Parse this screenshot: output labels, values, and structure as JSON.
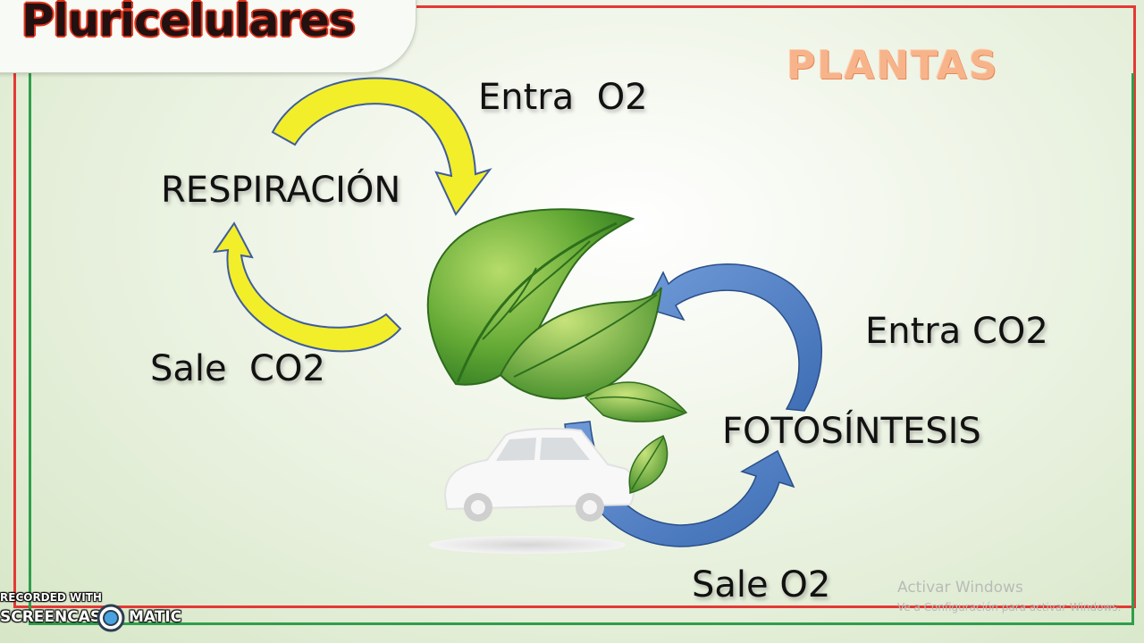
{
  "slide": {
    "title": "Pluricelulares",
    "subtitle": "PLANTAS"
  },
  "diagram": {
    "respiration_label": "RESPIRACIÓN",
    "respiration_in": "Entra  O2",
    "respiration_out": "Sale  CO2",
    "photosynthesis_label": "FOTOSÍNTESIS",
    "photosynthesis_in": "Entra CO2",
    "photosynthesis_out": "Sale O2"
  },
  "watermarks": {
    "windows_line1": "Activar Windows",
    "windows_line2": "Ve a Configuración para activar Windows.",
    "recorder_line1": "RECORDED WITH",
    "recorder_brand_left": "SCREENCAST",
    "recorder_brand_right": "MATIC"
  },
  "colors": {
    "respiration_arrow": "#f2ee2a",
    "photosynthesis_arrow": "#4f7fc6",
    "leaf": "#5ea532",
    "title_outline": "#e0341c",
    "plantas_text": "#f7b48a",
    "frame_red": "#e53935",
    "frame_green": "#2e9e4a"
  },
  "icons": [
    "leaf-icon",
    "car-icon",
    "screencast-logo-icon"
  ]
}
